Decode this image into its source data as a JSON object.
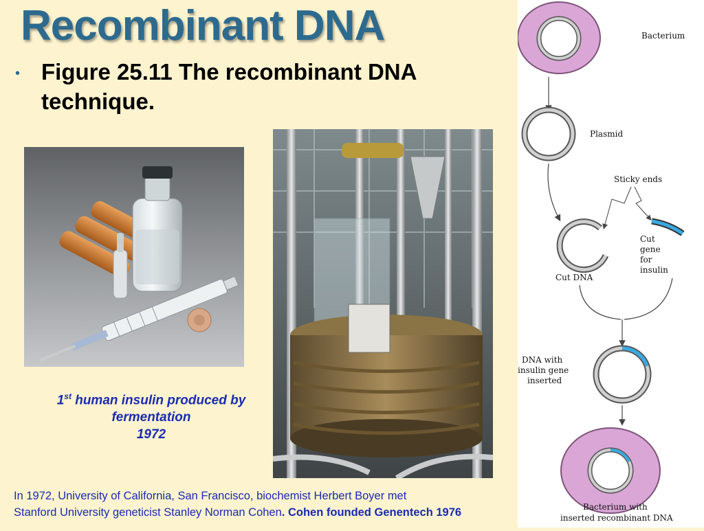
{
  "slide": {
    "title": "Recombinant DNA",
    "bullet": "Figure 25.11 The recombinant DNA technique."
  },
  "caption": {
    "ordinal_num": "1",
    "ordinal_suffix": "st",
    "rest": " human insulin produced by fermentation",
    "year": "1972"
  },
  "footnote": {
    "line1": "In 1972, University of California, San Francisco, biochemist Herbert Boyer met",
    "line2": "Stanford University geneticist Stanley Norman Cohen",
    "bold_dot": ".",
    "bold_text": " Cohen founded Genentech 1976"
  },
  "diagram": {
    "bacterium": "Bacterium",
    "plasmid": "Plasmid",
    "sticky_ends": "Sticky ends",
    "cut_gene_l1": "Cut",
    "cut_gene_l2": "gene",
    "cut_gene_l3": "for",
    "cut_gene_l4": "insulin",
    "cut_dna": "Cut DNA",
    "inserted_l1": "DNA with",
    "inserted_l2": "insulin gene",
    "inserted_l3": "inserted",
    "final_l1": "Bacterium with",
    "final_l2": "inserted recombinant DNA"
  },
  "colors": {
    "title": "#2d6a8e",
    "caption_text": "#1a2bb0",
    "bacterium_fill": "#d9a6d6",
    "insulin_gene": "#3aa9e0",
    "background": "#fdf3cf"
  }
}
